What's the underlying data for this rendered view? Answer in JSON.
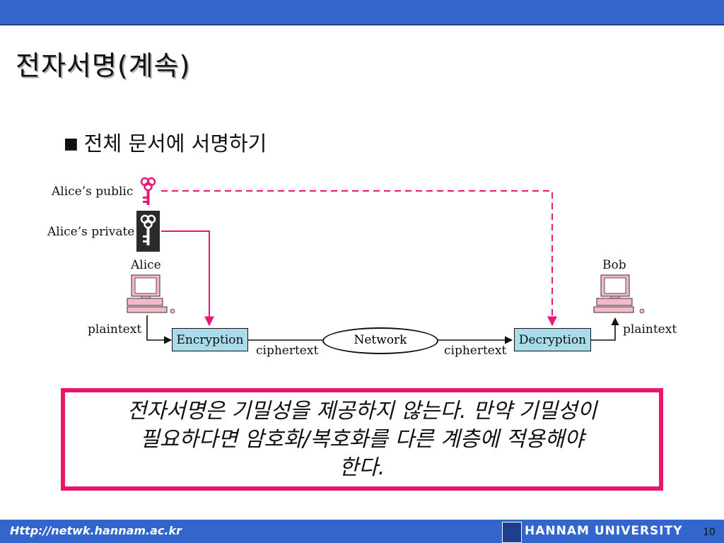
{
  "slide": {
    "title": "전자서명(계속)",
    "bullet_marker": "■",
    "bullet_text": "전체 문서에 서명하기"
  },
  "diagram": {
    "alice_public": "Alice’s public",
    "alice_private": "Alice’s private",
    "alice": "Alice",
    "bob": "Bob",
    "plaintext_left": "plaintext",
    "plaintext_right": "plaintext",
    "encryption": "Encryption",
    "decryption": "Decryption",
    "network": "Network",
    "ciphertext_left": "ciphertext",
    "ciphertext_right": "ciphertext",
    "colors": {
      "public_key": "#e8177a",
      "box_fill": "#a9dcea",
      "note_border": "#e8176b"
    }
  },
  "note": {
    "line1": "전자서명은 기밀성을 제공하지 않는다. 만약 기밀성이",
    "line2": "필요하다면 암호화/복호화를 다른 계층에 적용해야",
    "line3": "한다."
  },
  "footer": {
    "url": "Http://netwk.hannam.ac.kr",
    "university": "HANNAM UNIVERSITY",
    "page": "10",
    "bar_color": "#3366cc"
  }
}
